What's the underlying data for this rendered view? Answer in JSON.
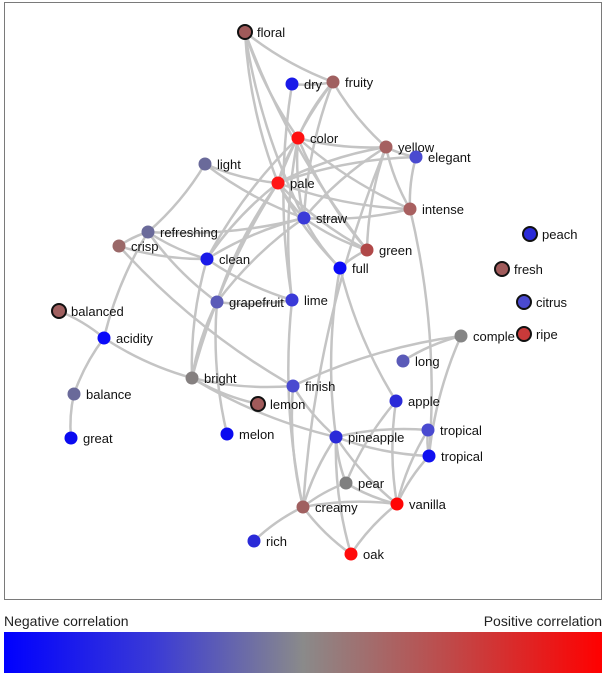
{
  "legend": {
    "negative_label": "Negative correlation",
    "positive_label": "Positive correlation",
    "color_negative": "#0000ff",
    "color_neutral": "#8a8a8a",
    "color_positive": "#ff0000"
  },
  "nodes": [
    {
      "id": "floral",
      "label": "floral",
      "color": "#a05a5a",
      "isolated": true
    },
    {
      "id": "dry",
      "label": "dry",
      "color": "#1a1ae8",
      "isolated": false
    },
    {
      "id": "fruity",
      "label": "fruity",
      "color": "#a06060",
      "isolated": false
    },
    {
      "id": "color",
      "label": "color",
      "color": "#ff1010",
      "isolated": false
    },
    {
      "id": "yellow",
      "label": "yellow",
      "color": "#a56060",
      "isolated": false
    },
    {
      "id": "elegant",
      "label": "elegant",
      "color": "#4a4ad0",
      "isolated": false
    },
    {
      "id": "light",
      "label": "light",
      "color": "#6a6a9a",
      "isolated": false
    },
    {
      "id": "pale",
      "label": "pale",
      "color": "#ff1515",
      "isolated": false
    },
    {
      "id": "intense",
      "label": "intense",
      "color": "#a86060",
      "isolated": false
    },
    {
      "id": "straw",
      "label": "straw",
      "color": "#3a3ad8",
      "isolated": false
    },
    {
      "id": "refreshing",
      "label": "refreshing",
      "color": "#6a6a9a",
      "isolated": false
    },
    {
      "id": "crisp",
      "label": "crisp",
      "color": "#9a6868",
      "isolated": false
    },
    {
      "id": "clean",
      "label": "clean",
      "color": "#1a1ae8",
      "isolated": false
    },
    {
      "id": "green",
      "label": "green",
      "color": "#b04848",
      "isolated": false
    },
    {
      "id": "full",
      "label": "full",
      "color": "#0a0af8",
      "isolated": false
    },
    {
      "id": "peach",
      "label": "peach",
      "color": "#2a2ad8",
      "isolated": true
    },
    {
      "id": "fresh",
      "label": "fresh",
      "color": "#a05a5a",
      "isolated": true
    },
    {
      "id": "citrus",
      "label": "citrus",
      "color": "#4a4ad0",
      "isolated": true
    },
    {
      "id": "ripe",
      "label": "ripe",
      "color": "#c83a3a",
      "isolated": true
    },
    {
      "id": "balanced",
      "label": "balanced",
      "color": "#a06060",
      "isolated": true
    },
    {
      "id": "grapefruit",
      "label": "grapefruit",
      "color": "#5a5ab8",
      "isolated": false
    },
    {
      "id": "lime",
      "label": "lime",
      "color": "#3a3ad8",
      "isolated": false
    },
    {
      "id": "complex",
      "label": "comple",
      "color": "#858585",
      "isolated": false
    },
    {
      "id": "acidity",
      "label": "acidity",
      "color": "#0a0af8",
      "isolated": false
    },
    {
      "id": "long",
      "label": "long",
      "color": "#5a5ab8",
      "isolated": false
    },
    {
      "id": "bright",
      "label": "bright",
      "color": "#858080",
      "isolated": false
    },
    {
      "id": "finish",
      "label": "finish",
      "color": "#4a4ad0",
      "isolated": false
    },
    {
      "id": "balance",
      "label": "balance",
      "color": "#6a6a9a",
      "isolated": false
    },
    {
      "id": "lemon",
      "label": "lemon",
      "color": "#a05a5a",
      "isolated": true
    },
    {
      "id": "apple",
      "label": "apple",
      "color": "#2a2ad8",
      "isolated": false
    },
    {
      "id": "tropical1",
      "label": "tropical",
      "color": "#4a4ad0",
      "isolated": false
    },
    {
      "id": "melon",
      "label": "melon",
      "color": "#0a0af0",
      "isolated": false
    },
    {
      "id": "pineapple",
      "label": "pineapple",
      "color": "#2a2ad8",
      "isolated": false
    },
    {
      "id": "great",
      "label": "great",
      "color": "#0a0af0",
      "isolated": false
    },
    {
      "id": "tropical2",
      "label": "tropical",
      "color": "#1010f0",
      "isolated": false
    },
    {
      "id": "pear",
      "label": "pear",
      "color": "#808080",
      "isolated": false
    },
    {
      "id": "vanilla",
      "label": "vanilla",
      "color": "#ff0505",
      "isolated": false
    },
    {
      "id": "creamy",
      "label": "creamy",
      "color": "#a06060",
      "isolated": false
    },
    {
      "id": "rich",
      "label": "rich",
      "color": "#2a2ad8",
      "isolated": false
    },
    {
      "id": "oak",
      "label": "oak",
      "color": "#ff0a0a",
      "isolated": false
    }
  ],
  "edges": [
    [
      "floral",
      "fruity"
    ],
    [
      "floral",
      "color"
    ],
    [
      "floral",
      "pale"
    ],
    [
      "floral",
      "straw"
    ],
    [
      "floral",
      "green"
    ],
    [
      "dry",
      "fruity"
    ],
    [
      "dry",
      "lime"
    ],
    [
      "fruity",
      "yellow"
    ],
    [
      "fruity",
      "straw"
    ],
    [
      "fruity",
      "pale"
    ],
    [
      "fruity",
      "color"
    ],
    [
      "color",
      "yellow"
    ],
    [
      "color",
      "pale"
    ],
    [
      "color",
      "straw"
    ],
    [
      "color",
      "green"
    ],
    [
      "color",
      "intense"
    ],
    [
      "color",
      "clean"
    ],
    [
      "color",
      "lime"
    ],
    [
      "yellow",
      "elegant"
    ],
    [
      "yellow",
      "intense"
    ],
    [
      "yellow",
      "straw"
    ],
    [
      "yellow",
      "green"
    ],
    [
      "yellow",
      "pale"
    ],
    [
      "yellow",
      "creamy"
    ],
    [
      "elegant",
      "intense"
    ],
    [
      "elegant",
      "pale"
    ],
    [
      "light",
      "pale"
    ],
    [
      "light",
      "straw"
    ],
    [
      "pale",
      "straw"
    ],
    [
      "pale",
      "intense"
    ],
    [
      "pale",
      "clean"
    ],
    [
      "pale",
      "grapefruit"
    ],
    [
      "pale",
      "green"
    ],
    [
      "pale",
      "bright"
    ],
    [
      "pale",
      "full"
    ],
    [
      "straw",
      "intense"
    ],
    [
      "straw",
      "green"
    ],
    [
      "straw",
      "clean"
    ],
    [
      "straw",
      "full"
    ],
    [
      "straw",
      "grapefruit"
    ],
    [
      "refreshing",
      "crisp"
    ],
    [
      "refreshing",
      "clean"
    ],
    [
      "refreshing",
      "acidity"
    ],
    [
      "refreshing",
      "straw"
    ],
    [
      "refreshing",
      "light"
    ],
    [
      "refreshing",
      "grapefruit"
    ],
    [
      "crisp",
      "clean"
    ],
    [
      "crisp",
      "finish"
    ],
    [
      "clean",
      "bright"
    ],
    [
      "clean",
      "lime"
    ],
    [
      "green",
      "full"
    ],
    [
      "full",
      "apple"
    ],
    [
      "full",
      "pineapple"
    ],
    [
      "grapefruit",
      "lime"
    ],
    [
      "grapefruit",
      "melon"
    ],
    [
      "grapefruit",
      "bright"
    ],
    [
      "complex",
      "long"
    ],
    [
      "complex",
      "tropical2"
    ],
    [
      "complex",
      "finish"
    ],
    [
      "acidity",
      "balanced"
    ],
    [
      "acidity",
      "bright"
    ],
    [
      "acidity",
      "balance"
    ],
    [
      "balance",
      "great"
    ],
    [
      "bright",
      "pineapple"
    ],
    [
      "bright",
      "lemon"
    ],
    [
      "bright",
      "finish"
    ],
    [
      "finish",
      "pineapple"
    ],
    [
      "finish",
      "creamy"
    ],
    [
      "apple",
      "pear"
    ],
    [
      "apple",
      "vanilla"
    ],
    [
      "tropical1",
      "pineapple"
    ],
    [
      "tropical1",
      "vanilla"
    ],
    [
      "tropical1",
      "tropical2"
    ],
    [
      "pineapple",
      "tropical2"
    ],
    [
      "pineapple",
      "pear"
    ],
    [
      "pineapple",
      "vanilla"
    ],
    [
      "pineapple",
      "oak"
    ],
    [
      "pineapple",
      "creamy"
    ],
    [
      "tropical2",
      "vanilla"
    ],
    [
      "tropical2",
      "intense"
    ],
    [
      "pear",
      "creamy"
    ],
    [
      "pear",
      "vanilla"
    ],
    [
      "vanilla",
      "creamy"
    ],
    [
      "vanilla",
      "oak"
    ],
    [
      "creamy",
      "rich"
    ],
    [
      "creamy",
      "oak"
    ],
    [
      "lime",
      "creamy"
    ]
  ]
}
